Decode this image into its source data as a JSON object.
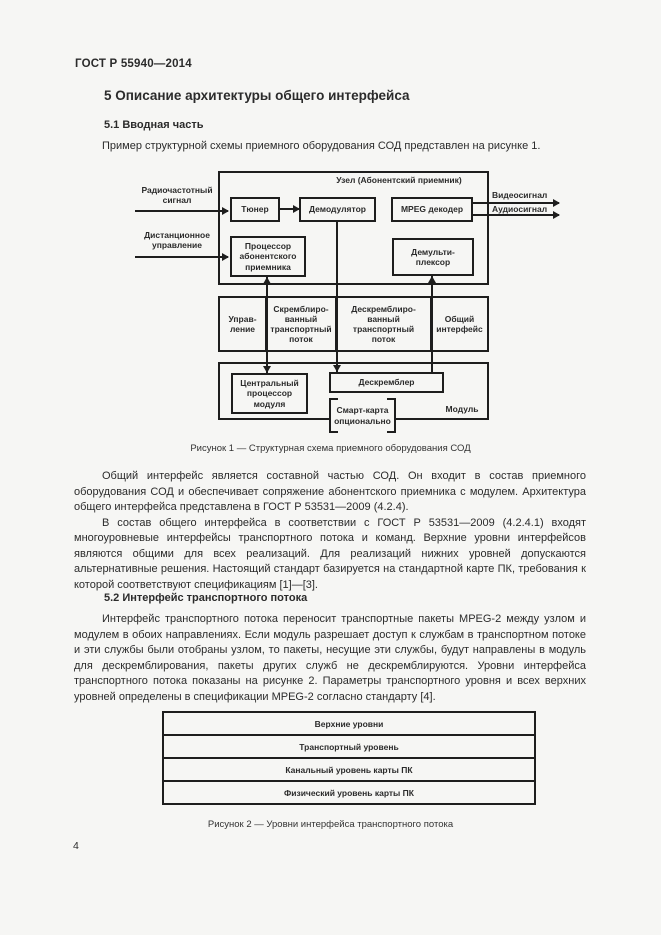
{
  "colors": {
    "page_bg": "#f6f6f4",
    "ink": "#2b2b2b",
    "line": "#1e1e1e"
  },
  "header": {
    "doc_number": "ГОСТ Р 55940—2014",
    "page_number": "4"
  },
  "sections": {
    "s5_title": "5 Описание архитектуры общего интерфейса",
    "s51_title": "5.1 Вводная часть",
    "s51_intro": "Пример структурной схемы приемного оборудования СОД представлен на рисунке 1.",
    "s51_p1": "Общий интерфейс является составной частью СОД. Он входит в состав приемного оборудования СОД и обеспечивает сопряжение абонентского приемника с модулем. Архитектура общего интерфейса представлена в ГОСТ Р 53531—2009 (4.2.4).",
    "s51_p2": "В состав общего интерфейса в соответствии с ГОСТ Р 53531—2009 (4.2.4.1) входят многоуровневые интерфейсы транспортного потока и команд. Верхние уровни интерфейсов являются общими для всех реализаций. Для реализаций нижних уровней допускаются альтернативные решения. Настоящий стандарт базируется на стандартной карте ПК, требования к которой соответствуют спецификациям [1]—[3].",
    "s52_title": "5.2 Интерфейс транспортного потока",
    "s52_p1": "Интерфейс транспортного потока переносит транспортные пакеты MPEG-2 между узлом и модулем в обоих направлениях. Если модуль разрешает доступ к службам в транспортном потоке и эти службы были отобраны узлом, то пакеты, несущие эти службы, будут направлены в модуль для дескремблирования, пакеты других служб не дескремблируются. Уровни интерфейса транспортного потока показаны на рисунке 2. Параметры транспортного уровня и всех верхних уровней определены в спецификации MPEG-2 согласно стандарту [4]."
  },
  "figure1": {
    "caption": "Рисунок 1 — Структурная схема приемного оборудования СОД",
    "host_label": "Узел (Абонентский приемник)",
    "module_label": "Модуль",
    "external": {
      "rf_in": "Радиочастотный\nсигнал",
      "remote_in": "Дистанционное\nуправление",
      "video_out": "Видеосигнал",
      "audio_out": "Аудиосигнал"
    },
    "blocks": {
      "tuner": "Тюнер",
      "demodulator": "Демодулятор",
      "mpeg_decoder": "MPEG декодер",
      "host_processor": "Процессор\nабонентского\nприемника",
      "demultiplexer": "Демульти-\nплексор",
      "central_processor": "Центральный\nпроцессор\nмодуля",
      "descrambler": "Дескремблер",
      "smart_card": "Смарт-карта\nопционально"
    },
    "interface_band": [
      "Управ-\nление",
      "Скремблиро-\nванный\nтранспортный\nпоток",
      "Дескремблиро-\nванный\nтранспортный\nпоток",
      "Общий\nинтерфейс"
    ]
  },
  "figure2": {
    "caption": "Рисунок 2 — Уровни интерфейса транспортного потока",
    "layers": [
      "Верхние уровни",
      "Транспортный уровень",
      "Канальный уровень карты ПК",
      "Физический уровень карты ПК"
    ]
  }
}
